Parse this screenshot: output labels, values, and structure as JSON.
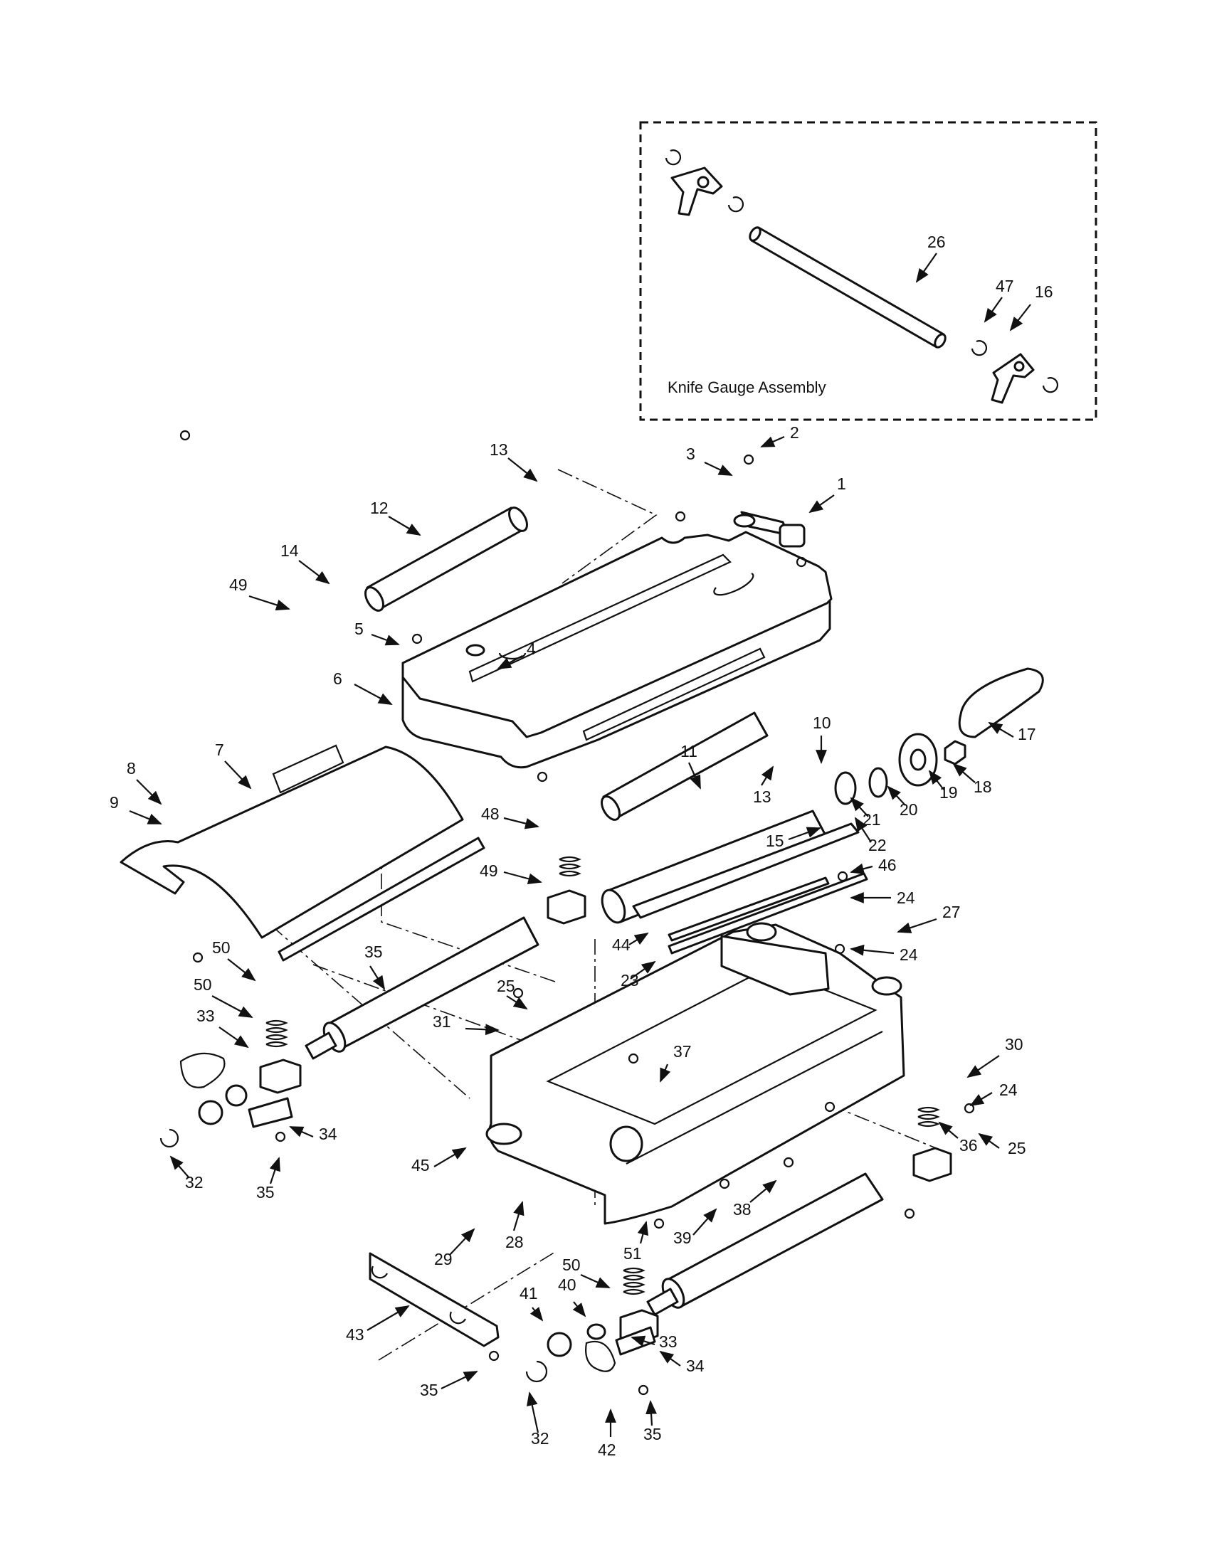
{
  "inset": {
    "title": "Knife Gauge Assembly",
    "callouts": [
      "26",
      "47",
      "16"
    ]
  },
  "callouts": [
    "1",
    "2",
    "3",
    "4",
    "5",
    "6",
    "7",
    "8",
    "9",
    "10",
    "11",
    "12",
    "13",
    "13",
    "14",
    "15",
    "17",
    "18",
    "19",
    "20",
    "21",
    "22",
    "23",
    "24",
    "24",
    "24",
    "25",
    "25",
    "27",
    "28",
    "29",
    "30",
    "31",
    "32",
    "32",
    "33",
    "33",
    "34",
    "34",
    "35",
    "35",
    "35",
    "35",
    "36",
    "37",
    "38",
    "39",
    "40",
    "41",
    "42",
    "43",
    "44",
    "45",
    "46",
    "48",
    "49",
    "49",
    "50",
    "50",
    "50",
    "51",
    "3"
  ]
}
